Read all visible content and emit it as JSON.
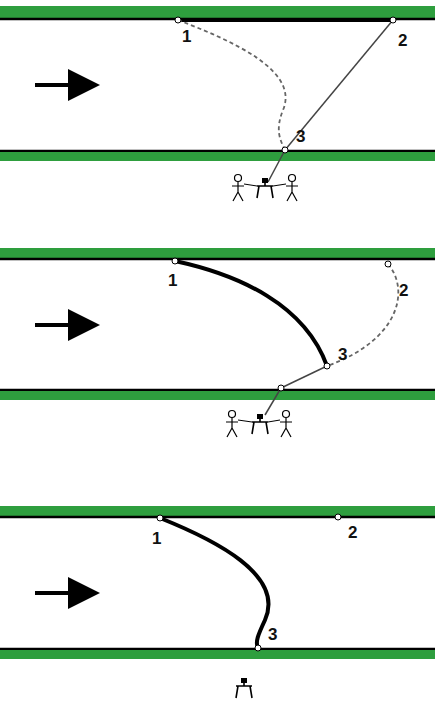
{
  "diagram": {
    "labels": [
      "1",
      "2",
      "3",
      "1",
      "2",
      "3",
      "1",
      "2",
      "3"
    ]
  }
}
